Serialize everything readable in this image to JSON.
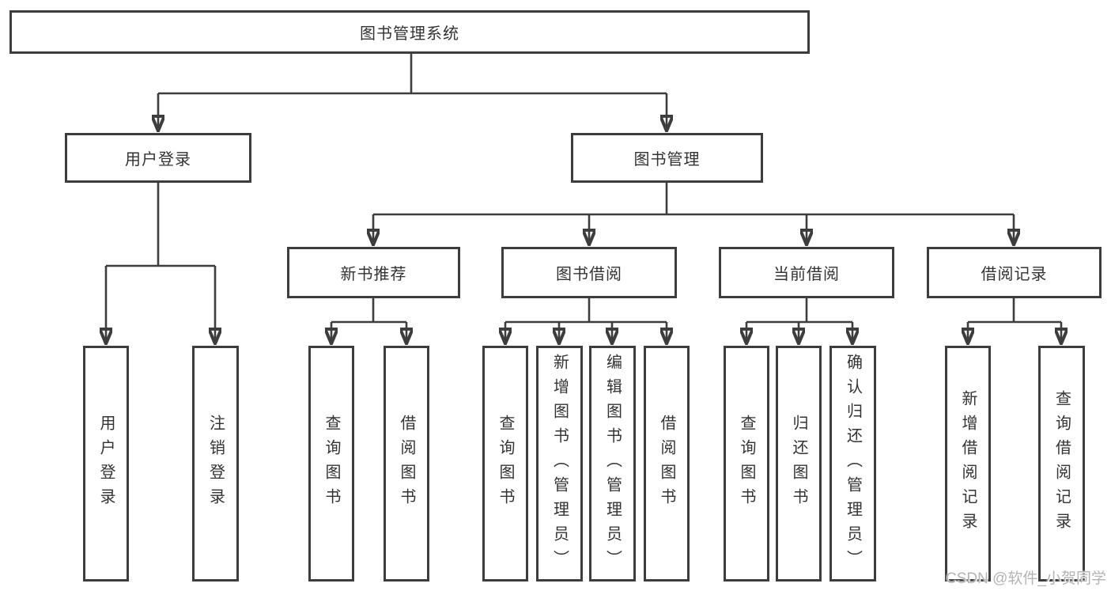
{
  "diagram_title": "图书管理系统",
  "tree": {
    "label": "图书管理系统",
    "children": [
      {
        "label": "用户登录",
        "children": [
          {
            "label": "用户登录"
          },
          {
            "label": "注销登录"
          }
        ]
      },
      {
        "label": "图书管理",
        "children": [
          {
            "label": "新书推荐",
            "children": [
              {
                "label": "查询图书"
              },
              {
                "label": "借阅图书"
              }
            ]
          },
          {
            "label": "图书借阅",
            "children": [
              {
                "label": "查询图书"
              },
              {
                "label": "新增图书（管理员）"
              },
              {
                "label": "编辑图书（管理员）"
              },
              {
                "label": "借阅图书"
              }
            ]
          },
          {
            "label": "当前借阅",
            "children": [
              {
                "label": "查询图书"
              },
              {
                "label": "归还图书"
              },
              {
                "label": "确认归还（管理员）"
              }
            ]
          },
          {
            "label": "借阅记录",
            "children": [
              {
                "label": "新增借阅记录"
              },
              {
                "label": "查询借阅记录"
              }
            ]
          }
        ]
      }
    ]
  },
  "watermark": {
    "text": "CSDN @软件_小贺同学"
  },
  "colors": {
    "line": "#3d3d3d",
    "box_border": "#3d3d3d",
    "text": "#333333",
    "watermark": "#b4b4b4",
    "background": "#ffffff"
  }
}
